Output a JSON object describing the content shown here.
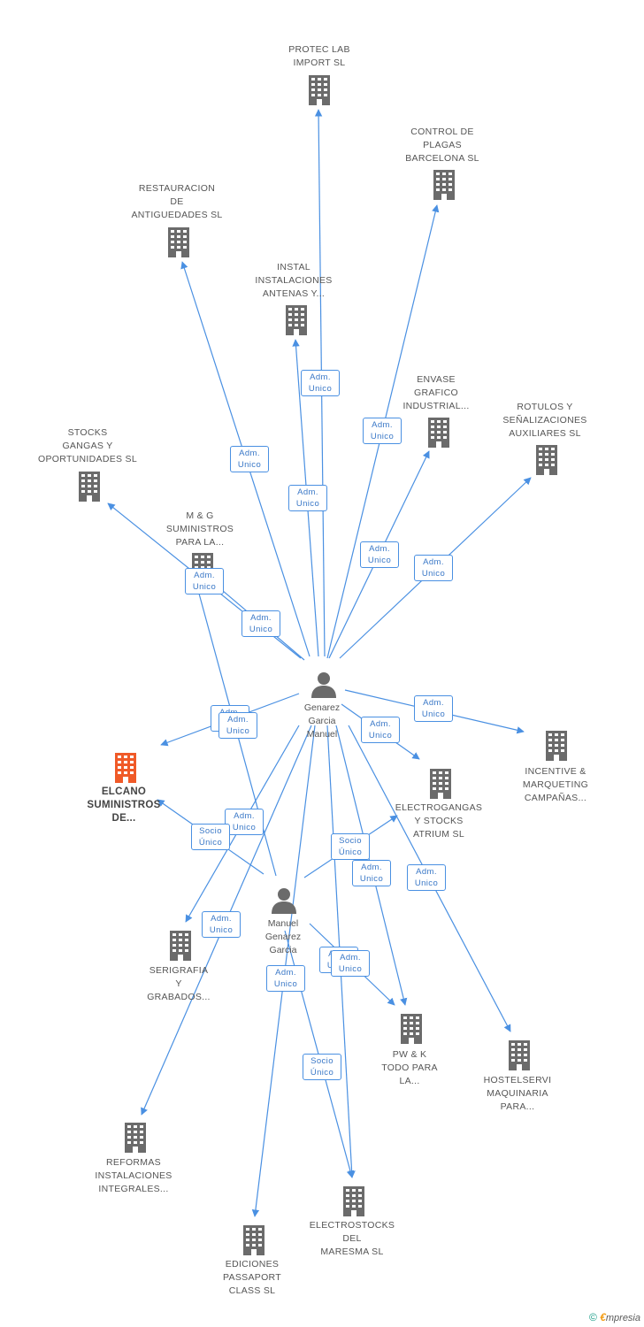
{
  "colors": {
    "edge": "#4a90e2",
    "building": "#6b6b6b",
    "highlight": "#f05a28",
    "person": "#6b6b6b"
  },
  "companies": [
    {
      "id": "protec",
      "label": "PROTEC LAB\nIMPORT SL"
    },
    {
      "id": "control",
      "label": "CONTROL DE\nPLAGAS\nBARCELONA SL"
    },
    {
      "id": "restauracion",
      "label": "RESTAURACION\nDE\nANTIGUEDADES SL"
    },
    {
      "id": "instal",
      "label": "INSTAL\nINSTALACIONES\nANTENAS Y..."
    },
    {
      "id": "envase",
      "label": "ENVASE\nGRAFICO\nINDUSTRIAL..."
    },
    {
      "id": "rotulos",
      "label": "ROTULOS Y\nSEÑALIZACIONES\nAUXILIARES SL"
    },
    {
      "id": "stocks",
      "label": "STOCKS\nGANGAS Y\nOPORTUNIDADES SL"
    },
    {
      "id": "mg",
      "label": "M & G\nSUMINISTROS\nPARA LA..."
    },
    {
      "id": "elcano",
      "label": "ELCANO\nSUMINISTROS\nDE...",
      "highlight": true
    },
    {
      "id": "incentive",
      "label": "INCENTIVE &\nMARQUETING\nCAMPAÑAS..."
    },
    {
      "id": "electrogangas",
      "label": "ELECTROGANGAS\nY STOCKS\nATRIUM SL"
    },
    {
      "id": "serigrafia",
      "label": "SERIGRAFIA\nY\nGRABADOS..."
    },
    {
      "id": "pwk",
      "label": "PW & K\nTODO PARA\nLA..."
    },
    {
      "id": "hostelservi",
      "label": "HOSTELSERVI\nMAQUINARIA\nPARA..."
    },
    {
      "id": "reformas",
      "label": "REFORMAS\nINSTALACIONES\nINTEGRALES..."
    },
    {
      "id": "electrostocks",
      "label": "ELECTROSTOCKS\nDEL\nMARESMA SL"
    },
    {
      "id": "ediciones",
      "label": "EDICIONES\nPASSAPORT\nCLASS SL"
    }
  ],
  "persons": [
    {
      "id": "genarez",
      "label": "Genarez\nGarcia\nManuel"
    },
    {
      "id": "manuel",
      "label": "Manuel\nGenarez\nGarcia"
    }
  ],
  "edges": [
    {
      "from": "genarez",
      "to": "protec",
      "label": "Adm.\nUnico"
    },
    {
      "from": "genarez",
      "to": "control",
      "label": "Adm.\nUnico"
    },
    {
      "from": "genarez",
      "to": "restauracion",
      "label": "Adm.\nUnico"
    },
    {
      "from": "genarez",
      "to": "instal",
      "label": "Adm.\nUnico"
    },
    {
      "from": "genarez",
      "to": "envase",
      "label": "Adm.\nUnico"
    },
    {
      "from": "genarez",
      "to": "rotulos",
      "label": "Adm.\nUnico"
    },
    {
      "from": "genarez",
      "to": "stocks",
      "label": "Adm.\nUnico"
    },
    {
      "from": "genarez",
      "to": "mg",
      "label": "Adm.\nUnico"
    },
    {
      "from": "genarez",
      "to": "elcano",
      "label": "Adm.\nUnico"
    },
    {
      "from": "genarez",
      "to": "incentive",
      "label": "Adm.\nUnico"
    },
    {
      "from": "genarez",
      "to": "electrogangas",
      "label": "Adm.\nUnico"
    },
    {
      "from": "genarez",
      "to": "serigrafia",
      "label": "Adm.\nUnico"
    },
    {
      "from": "genarez",
      "to": "pwk",
      "label": "Adm.\nUnico"
    },
    {
      "from": "genarez",
      "to": "hostelservi",
      "label": "Adm.\nUnico"
    },
    {
      "from": "genarez",
      "to": "reformas",
      "label": "Adm.\nUnico"
    },
    {
      "from": "genarez",
      "to": "electrostocks",
      "label": "Adm.\nUnico"
    },
    {
      "from": "genarez",
      "to": "ediciones",
      "label": "Adm.\nUnico"
    },
    {
      "from": "manuel",
      "to": "elcano",
      "label": "Socio\nÚnico"
    },
    {
      "from": "manuel",
      "to": "electrogangas",
      "label": "Socio\nÚnico"
    },
    {
      "from": "manuel",
      "to": "electrostocks",
      "label": "Socio\nÚnico"
    },
    {
      "from": "manuel",
      "to": "mg",
      "label": "Adm.\nUnico"
    },
    {
      "from": "manuel",
      "to": "pwk",
      "label": "Adm.\nUnico"
    }
  ],
  "footer": {
    "copyright": "©",
    "brand_mark": "€",
    "brand_name": "mpresia"
  }
}
